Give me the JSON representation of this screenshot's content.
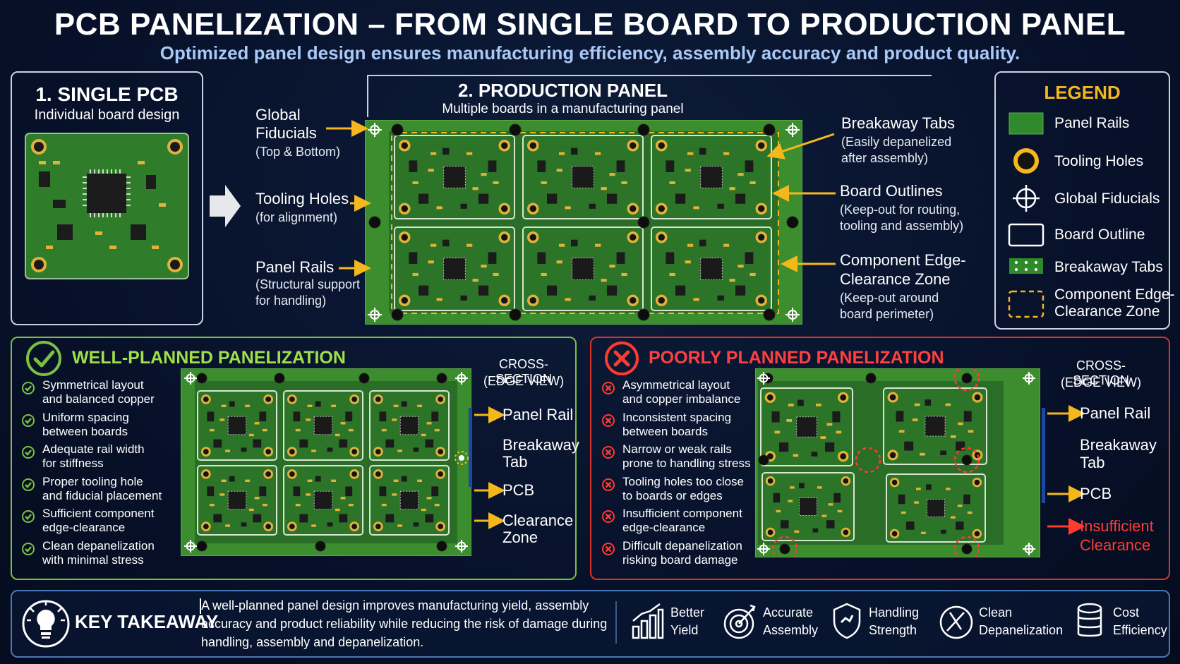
{
  "title": "PCB PANELIZATION – FROM SINGLE BOARD TO PRODUCTION PANEL",
  "subtitle": "Optimized panel design ensures manufacturing efficiency, assembly accuracy and product quality.",
  "single": {
    "heading": "1. SINGLE PCB",
    "sub": "Individual board design"
  },
  "production": {
    "heading": "2. PRODUCTION PANEL",
    "sub": "Multiple boards in a manufacturing panel",
    "left_labels": [
      {
        "title": "Global Fiducials",
        "title2": "",
        "sub": "(Top & Bottom)"
      },
      {
        "title": "Tooling Holes",
        "sub": "(for alignment)"
      },
      {
        "title": "Panel Rails",
        "sub": "(Structural support",
        "sub2": "for handling)"
      }
    ],
    "right_labels": [
      {
        "title": "Breakaway Tabs",
        "sub": "(Easily depanelized",
        "sub2": "after assembly)"
      },
      {
        "title": "Board Outlines",
        "sub": "(Keep-out for routing,",
        "sub2": "tooling and assembly)"
      },
      {
        "title": "Component Edge-",
        "title2": "Clearance Zone",
        "sub": "(Keep-out around",
        "sub2": "board perimeter)"
      }
    ]
  },
  "legend": {
    "title": "LEGEND",
    "items": [
      "Panel Rails",
      "Tooling Holes",
      "Global Fiducials",
      "Board Outline",
      "Breakaway Tabs",
      "Component Edge-",
      "Clearance Zone"
    ]
  },
  "good": {
    "title": "WELL-PLANNED PANELIZATION",
    "items": [
      [
        "Symmetrical layout",
        "and balanced copper"
      ],
      [
        "Uniform spacing",
        "between boards"
      ],
      [
        "Adequate rail width",
        "for stiffness"
      ],
      [
        "Proper tooling hole",
        "and fiducial placement"
      ],
      [
        "Sufficient component",
        "edge-clearance"
      ],
      [
        "Clean depanelization",
        "with minimal stress"
      ]
    ],
    "cross": [
      "CROSS-SECTION",
      "(EDGE VIEW)"
    ],
    "labels": [
      "Panel Rail",
      "Breakaway",
      "Tab",
      "PCB",
      "Clearance",
      "Zone"
    ]
  },
  "bad": {
    "title": "POORLY PLANNED PANELIZATION",
    "items": [
      [
        "Asymmetrical layout",
        "and copper imbalance"
      ],
      [
        "Inconsistent spacing",
        "between boards"
      ],
      [
        "Narrow or weak rails",
        "prone to handling stress"
      ],
      [
        "Tooling holes too close",
        "to boards or edges"
      ],
      [
        "Insufficient component",
        "edge-clearance"
      ],
      [
        "Difficult depanelization",
        "risking board damage"
      ]
    ],
    "cross": [
      "CROSS-SECTION",
      "(EDGE VIEW)"
    ],
    "labels": [
      "Panel Rail",
      "Breakaway",
      "Tab",
      "PCB",
      "Insufficient",
      "Clearance"
    ]
  },
  "takeaway": {
    "label": "KEY TAKEAWAY",
    "text1": "A well-planned panel design improves manufacturing yield, assembly",
    "text2": "accuracy and product reliability while reducing the risk of damage during",
    "text3": "handling, assembly and depanelization.",
    "benefits": [
      {
        "l1": "Better",
        "l2": "Yield",
        "icon": "bar-chart-icon"
      },
      {
        "l1": "Accurate",
        "l2": "Assembly",
        "icon": "target-icon"
      },
      {
        "l1": "Handling",
        "l2": "Strength",
        "icon": "shield-icon"
      },
      {
        "l1": "Clean",
        "l2": "Depanelization",
        "icon": "cutter-icon"
      },
      {
        "l1": "Cost",
        "l2": "Efficiency",
        "icon": "coins-icon"
      }
    ]
  },
  "colors": {
    "pcb_green": "#2f7d2b",
    "rail_green": "#3f8f2f",
    "gold": "#e2b13a",
    "good": "#7bc043",
    "bad": "#ff3b30",
    "legend": "#f5b81c",
    "arrow": "#f5b81c"
  }
}
